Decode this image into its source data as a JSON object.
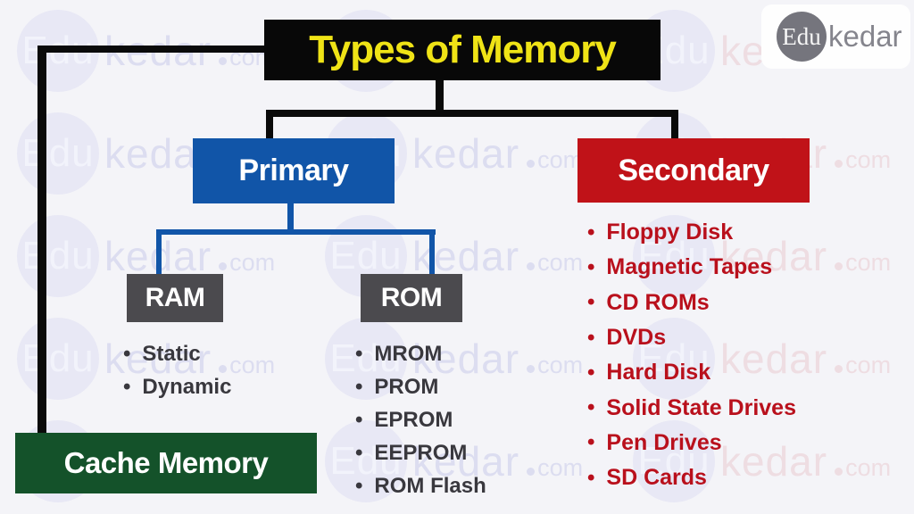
{
  "title": {
    "label": "Types of Memory"
  },
  "logo": {
    "circle_text": "Edu",
    "name_text": "kedar"
  },
  "watermark": {
    "brand": "Edu",
    "name": "kedar",
    "domain": "com"
  },
  "tree": {
    "primary": {
      "label": "Primary"
    },
    "secondary": {
      "label": "Secondary"
    },
    "ram": {
      "label": "RAM"
    },
    "rom": {
      "label": "ROM"
    },
    "cache": {
      "label": "Cache Memory"
    }
  },
  "lists": {
    "bullet": "•",
    "ram_types": [
      "Static",
      "Dynamic"
    ],
    "rom_types": [
      "MROM",
      "PROM",
      "EPROM",
      "EEPROM",
      "ROM Flash"
    ],
    "secondary_devices": [
      "Floppy Disk",
      "Magnetic Tapes",
      "CD ROMs",
      "DVDs",
      "Hard Disk",
      "Solid State Drives",
      "Pen Drives",
      "SD Cards"
    ]
  },
  "colors": {
    "background": "#f4f4f8",
    "title_bg": "#080808",
    "title_text": "#efe316",
    "primary": "#1155a8",
    "secondary": "#c01218",
    "gray_box": "#4b4a4e",
    "cache_green": "#14522a",
    "connector_black": "#0a0a0a",
    "list_dark": "#39383e",
    "list_red": "#b9101c",
    "watermark_lavender": "#dcddf0",
    "watermark_pink": "#eedde2"
  }
}
